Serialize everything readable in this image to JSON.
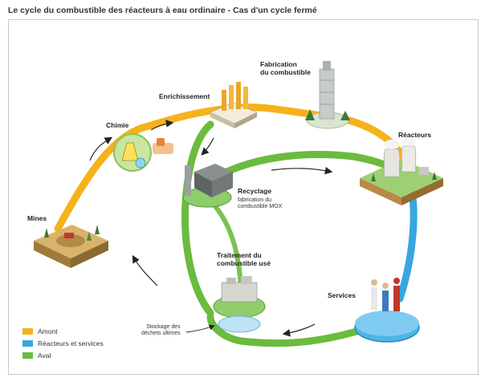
{
  "title": "Le cycle du combustible des réacteurs à eau ordinaire - Cas d'un cycle fermé",
  "nodes": {
    "mines": "Mines",
    "chimie": "Chimie",
    "enrichissement": "Enrichissement",
    "fabrication": "Fabrication\ndu combustible",
    "reacteurs": "Réacteurs",
    "services": "Services",
    "traitement": "Traitement du\ncombustible usé",
    "recyclage": "Recyclage",
    "recyclage_sub": "fabrication du\ncombustible MOX",
    "stockage": "Stockage des\ndéchets ultimes"
  },
  "legend": [
    {
      "label": "Amont",
      "color": "#f5b21b"
    },
    {
      "label": "Réacteurs et services",
      "color": "#36a7e0"
    },
    {
      "label": "Aval",
      "color": "#6bbb3e"
    }
  ]
}
